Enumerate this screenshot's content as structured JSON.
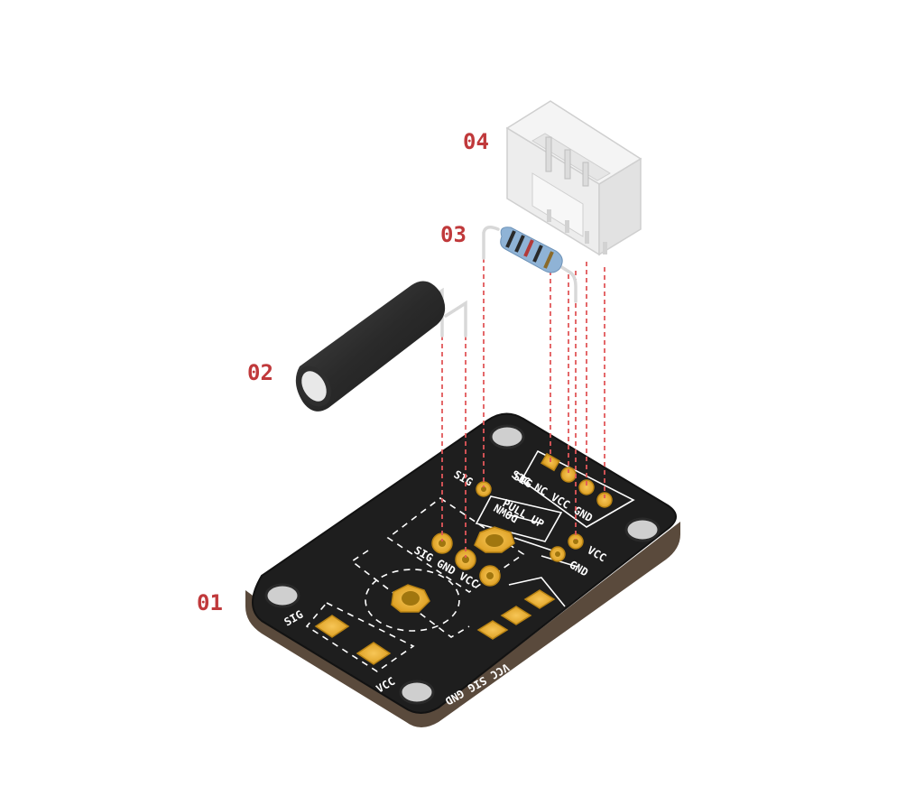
{
  "callouts": {
    "board": "01",
    "sensor": "02",
    "resistor": "03",
    "connector": "04"
  },
  "silkscreen": {
    "tilt_sig": "SIG",
    "tilt_vcc": "VCC",
    "pin_sig": "SIG",
    "header_labels": "SIG GND VCC",
    "res_sig": "SIG",
    "pull_up": "PULL  UP",
    "down": "DOWN",
    "conn_labels": "SIG NC VCC GND",
    "side_vcc": "VCC",
    "side_gnd": "GND",
    "bottom_labels": "VCC SIG GND"
  },
  "colors": {
    "callout": "#c0393b",
    "pcb": "#1e1e1e",
    "pcb_edge": "#5a4a3c",
    "pad": "#e5a52a",
    "guide": "#e2575a",
    "resistor_body": "#8fb3d6",
    "connector": "#f2f2f2"
  }
}
